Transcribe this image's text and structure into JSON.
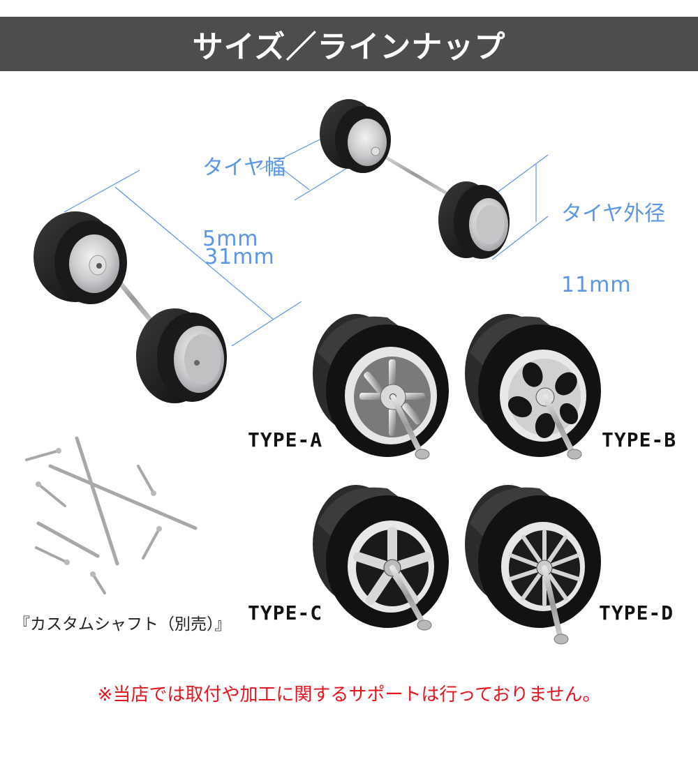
{
  "header": {
    "title": "サイズ／ラインナップ",
    "background_color": "#4d4d4d",
    "text_color": "#ffffff"
  },
  "dimensions": {
    "color": "#5b95e6",
    "tire_width": {
      "label": "タイヤ幅",
      "value": "5mm"
    },
    "tire_diameter": {
      "label": "タイヤ外径",
      "value": "11mm"
    },
    "axle_length": {
      "value": "31mm"
    }
  },
  "types": [
    {
      "id": "A",
      "label": "TYPE-A",
      "wheel_style": "multi-spoke deep-dish with lettered center"
    },
    {
      "id": "B",
      "label": "TYPE-B",
      "wheel_style": "5-spoke curved"
    },
    {
      "id": "C",
      "label": "TYPE-C",
      "wheel_style": "5-spoke star"
    },
    {
      "id": "D",
      "label": "TYPE-D",
      "wheel_style": "10-spoke fine"
    }
  ],
  "custom_shaft": {
    "caption": "『カスタムシャフト（別売）』"
  },
  "notice": {
    "text": "※当店では取付や加工に関するサポートは行っておりません。",
    "color": "#e8141d"
  }
}
